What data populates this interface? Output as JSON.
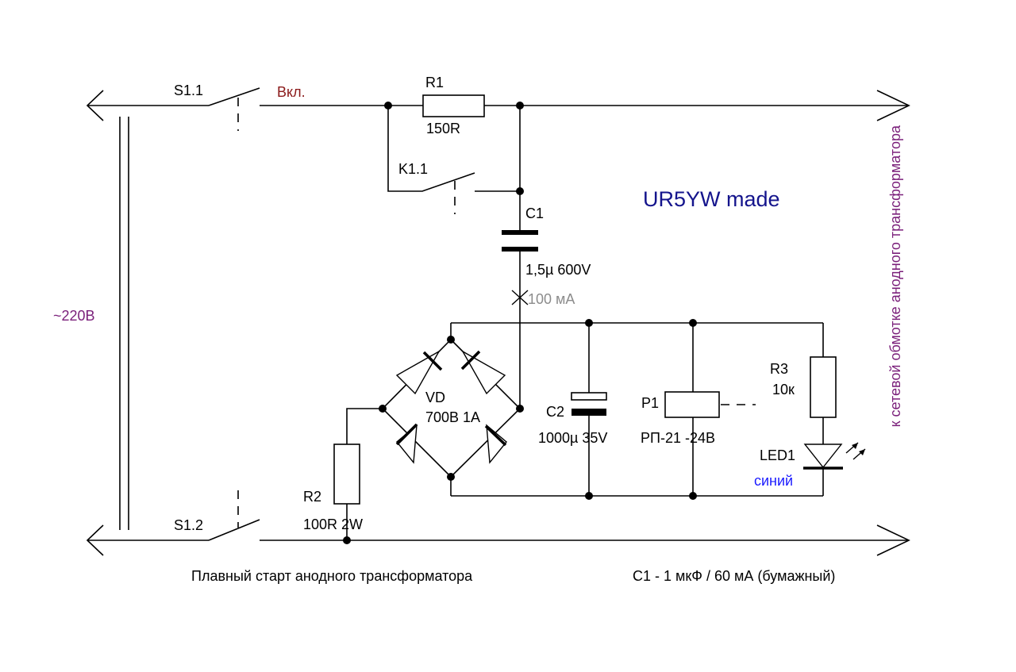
{
  "labels": {
    "s1_1": "S1.1",
    "s1_2": "S1.2",
    "on": "Вкл.",
    "r1_name": "R1",
    "r1_value": "150R",
    "k1_1": "K1.1",
    "c1_name": "C1",
    "c1_value": "1,5µ 600V",
    "current": "100 мА",
    "vd_name": "VD",
    "vd_value": "700В 1А",
    "c2_name": "C2",
    "c2_value": "1000µ 35V",
    "p1_name": "P1",
    "p1_value": "РП-21  -24В",
    "r3_name": "R3",
    "r3_value": "10к",
    "led_name": "LED1",
    "led_color": "синий",
    "r2_name": "R2",
    "r2_value": "100R 2W",
    "mains": "~220В",
    "made": "UR5YW made",
    "to_transformer": "к сетевой обмотке анодного трансформатора",
    "caption": "Плавный старт анодного трансформатора",
    "note": "С1 - 1 мкФ / 60 мА (бумажный)"
  },
  "colors": {
    "purple": "#7a1f7a",
    "maroon": "#8b1a1a",
    "navy": "#14148c",
    "grey": "#8c8c8c",
    "blue": "#1a1aff"
  }
}
